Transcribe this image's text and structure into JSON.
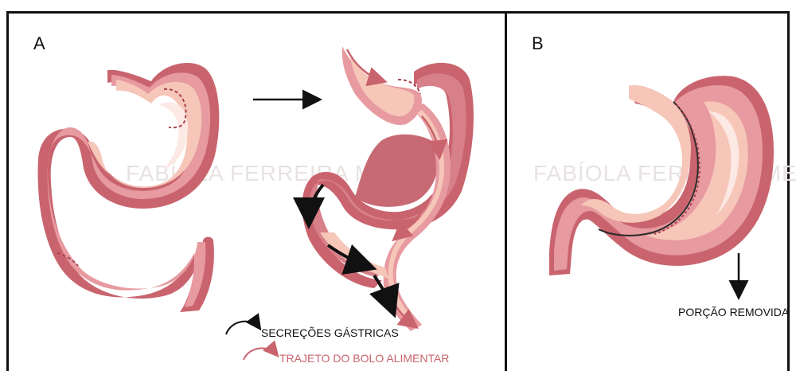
{
  "panels": {
    "a_label": "A",
    "b_label": "B"
  },
  "watermark": "FABÍOLA FERREIRA MELO",
  "legend": {
    "secretions": "SECREÇÕES GÁSTRICAS",
    "food_path": "TRAJETO DO BOLO ALIMENTAR"
  },
  "annotation": {
    "removed_portion": "PORÇÃO REMOVIDA"
  },
  "colors": {
    "outer": "#c9646e",
    "mid": "#e79aa0",
    "inner": "#f6c6b8",
    "highlight": "#fde9e4",
    "food_path": "#c9646e",
    "secretions": "#111111"
  }
}
